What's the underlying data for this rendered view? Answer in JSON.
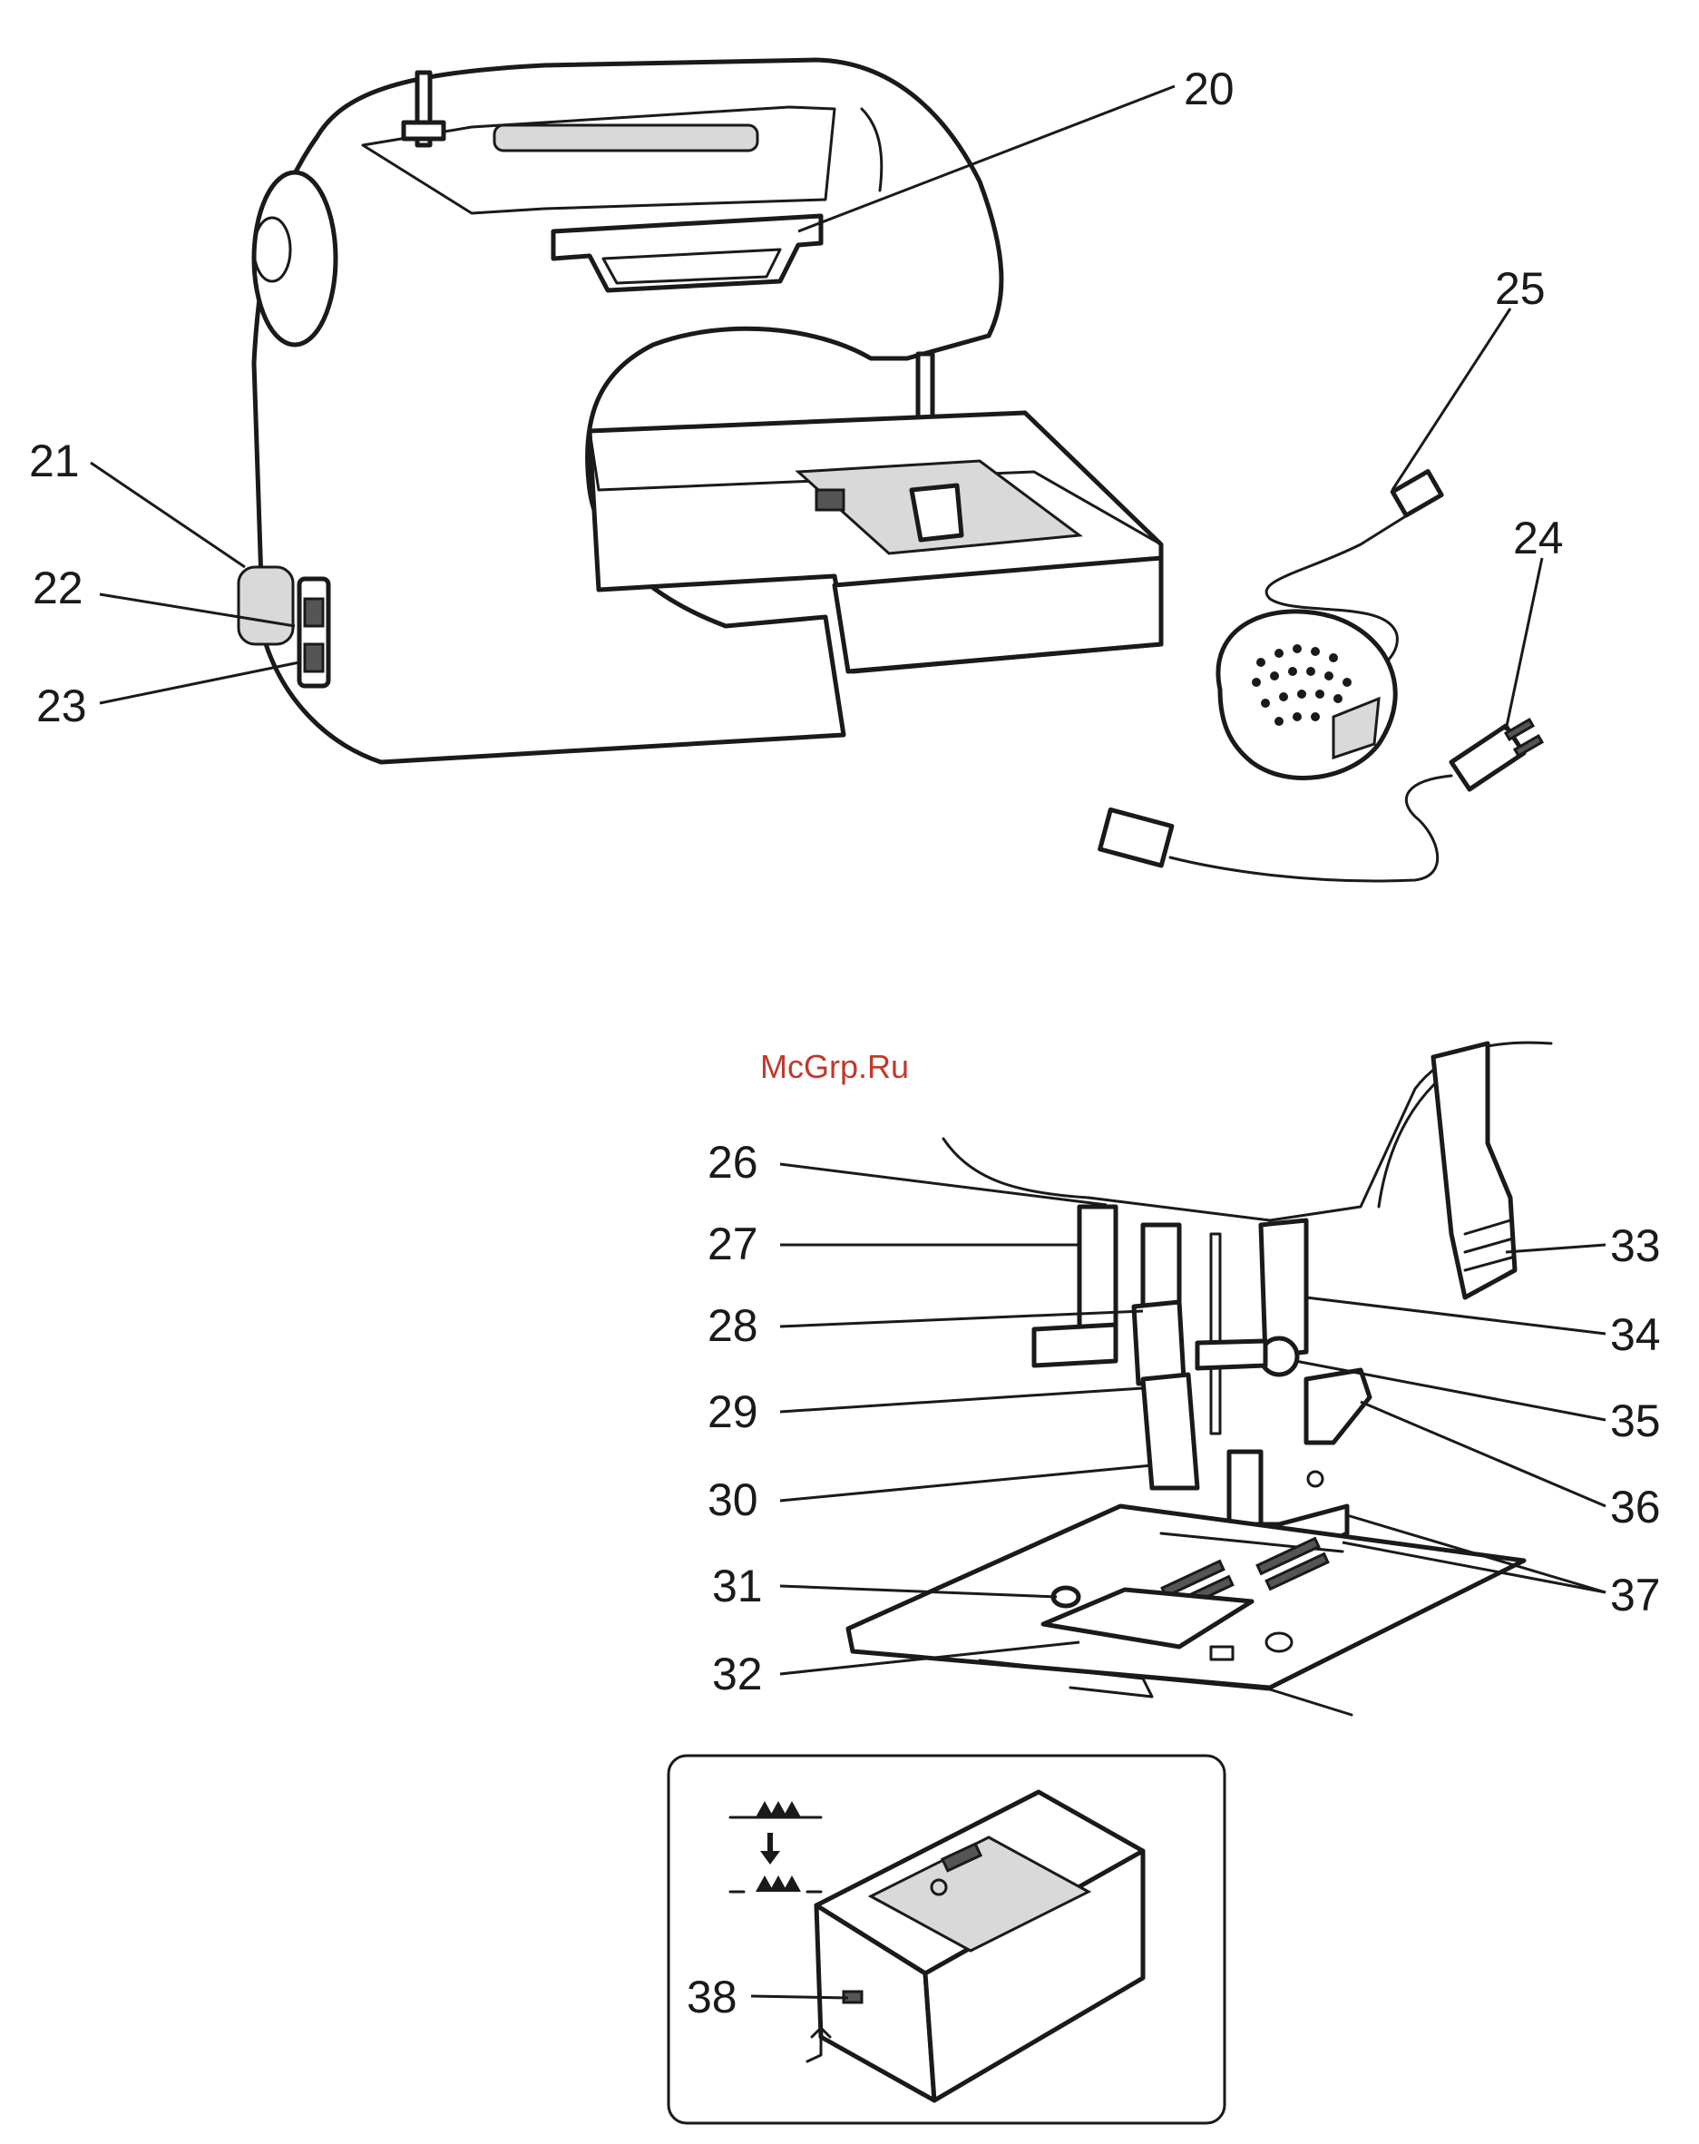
{
  "watermark": "McGrp.Ru",
  "callouts": {
    "c20": "20",
    "c21": "21",
    "c22": "22",
    "c23": "23",
    "c24": "24",
    "c25": "25",
    "c26": "26",
    "c27": "27",
    "c28": "28",
    "c29": "29",
    "c30": "30",
    "c31": "31",
    "c32": "32",
    "c33": "33",
    "c34": "34",
    "c35": "35",
    "c36": "36",
    "c37": "37",
    "c38": "38"
  },
  "colors": {
    "ink": "#1a1a1a",
    "watermark": "#c0392b",
    "shade": "#d9d9d9"
  }
}
